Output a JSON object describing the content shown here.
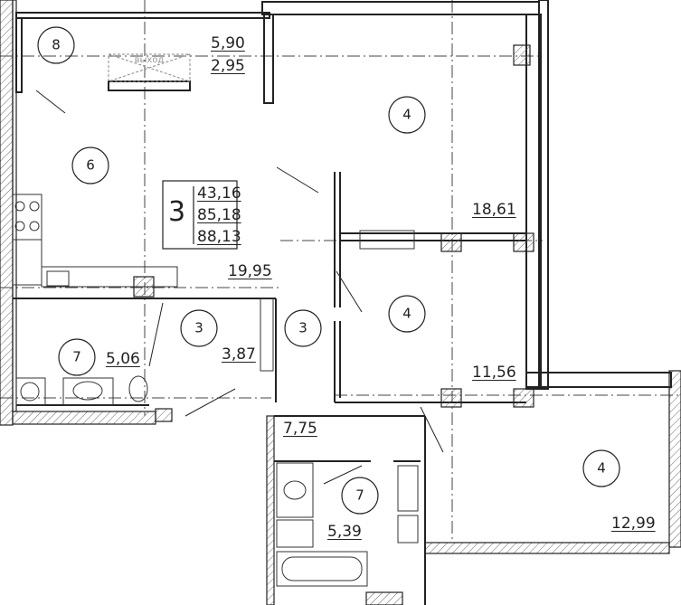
{
  "apartment": {
    "rooms_count": "3",
    "living_area": "43,16",
    "total_area": "85,18",
    "total_area_with_balcony": "88,13"
  },
  "rooms": [
    {
      "type": "8",
      "area": "5,90",
      "area_reduced": "2,95"
    },
    {
      "type": "6",
      "area": "19,95"
    },
    {
      "type": "4",
      "area": "18,61"
    },
    {
      "type": "3",
      "area": "3,87"
    },
    {
      "type": "3",
      "area": "7,75"
    },
    {
      "type": "4",
      "area": "11,56"
    },
    {
      "type": "7",
      "area": "5,06"
    },
    {
      "type": "7",
      "area": "5,39"
    },
    {
      "type": "4",
      "area": "12,99"
    }
  ],
  "balcony_exit_label": "выход",
  "colors": {
    "line": "#222222",
    "hatch": "#555555",
    "axis": "#444444"
  }
}
